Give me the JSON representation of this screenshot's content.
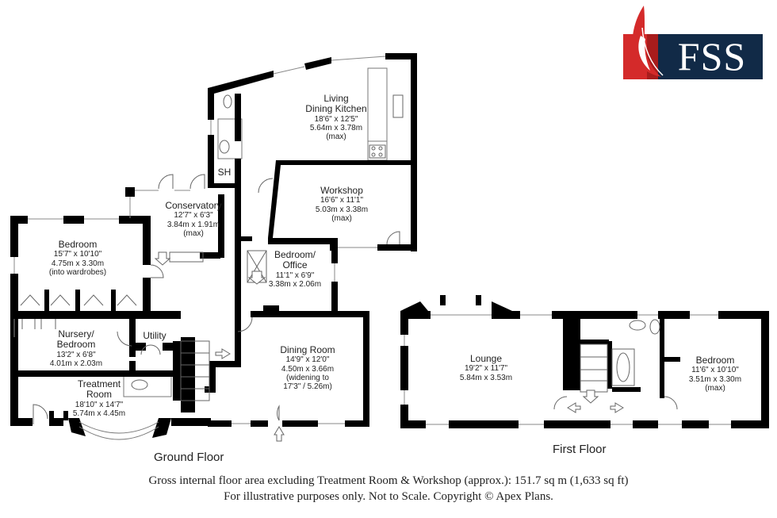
{
  "brand": {
    "logo_text": "FSS",
    "colors": {
      "red": "#d42a2a",
      "dark_red": "#a81c1c",
      "navy": "#112a47",
      "white": "#ffffff"
    }
  },
  "colors": {
    "wall": "#000000",
    "line": "#555555",
    "background": "#ffffff",
    "text": "#222222"
  },
  "floors": {
    "ground": {
      "title": "Ground Floor",
      "rooms": [
        {
          "id": "living-dining-kitchen",
          "name": "Living\nDining Kitchen",
          "name_line1": "Living",
          "name_line2": "Dining Kitchen",
          "imperial": "18'6\" x 12'5\"",
          "metric": "5.64m x 3.78m",
          "note": "(max)"
        },
        {
          "id": "workshop",
          "name_line1": "Workshop",
          "imperial": "16'6\" x 11'1\"",
          "metric": "5.03m x 3.38m",
          "note": "(max)"
        },
        {
          "id": "conservatory",
          "name_line1": "Conservatory",
          "imperial": "12'7\" x 6'3\"",
          "metric": "3.84m x 1.91m",
          "note": "(max)"
        },
        {
          "id": "bedroom-ground",
          "name_line1": "Bedroom",
          "imperial": "15'7\" x 10'10\"",
          "metric": "4.75m x 3.30m",
          "note": "(into wardrobes)"
        },
        {
          "id": "bedroom-office",
          "name_line1": "Bedroom/",
          "name_line2": "Office",
          "imperial": "11'1\" x 6'9\"",
          "metric": "3.38m x 2.06m"
        },
        {
          "id": "nursery-bedroom",
          "name_line1": "Nursery/",
          "name_line2": "Bedroom",
          "imperial": "13'2\" x 6'8\"",
          "metric": "4.01m x 2.03m"
        },
        {
          "id": "utility",
          "name_line1": "Utility"
        },
        {
          "id": "treatment-room",
          "name_line1": "Treatment",
          "name_line2": "Room",
          "imperial": "18'10\" x 14'7\"",
          "metric": "5.74m x 4.45m"
        },
        {
          "id": "dining-room",
          "name_line1": "Dining Room",
          "imperial": "14'9\" x 12'0\"",
          "metric": "4.50m x 3.66m",
          "note": "(widening to",
          "note2": "17'3\" / 5.26m)"
        },
        {
          "id": "shower",
          "name_line1": "SH"
        }
      ]
    },
    "first": {
      "title": "First Floor",
      "rooms": [
        {
          "id": "lounge",
          "name_line1": "Lounge",
          "imperial": "19'2\" x 11'7\"",
          "metric": "5.84m x 3.53m"
        },
        {
          "id": "bedroom-first",
          "name_line1": "Bedroom",
          "imperial": "11'6\" x 10'10\"",
          "metric": "3.51m x 3.30m",
          "note": "(max)"
        }
      ]
    }
  },
  "footer": {
    "area_line": "Gross internal floor area excluding Treatment Room & Workshop (approx.): 151.7 sq m (1,633 sq ft)",
    "disclaimer_line": "For illustrative purposes only. Not to Scale. Copyright © Apex Plans."
  },
  "icons": [
    "feather-icon",
    "stairs-arrow-icon",
    "entrance-arrow-icon",
    "sink-icon",
    "toilet-icon",
    "bath-icon",
    "hob-icon"
  ]
}
